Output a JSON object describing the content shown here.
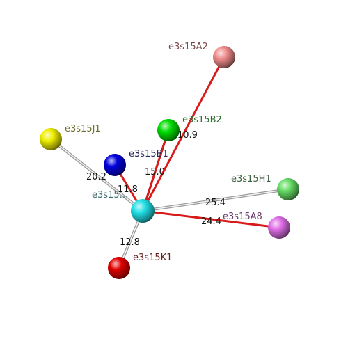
{
  "center_label": "e3s15…",
  "atoms": [
    {
      "id": "A2",
      "label": "e3s15A2",
      "color": "#f08c8c",
      "label_color": "#7a4848"
    },
    {
      "id": "B2",
      "label": "e3s15B2",
      "color": "#00dd00",
      "label_color": "#2e6b2e"
    },
    {
      "id": "J1",
      "label": "e3s15J1",
      "color": "#eeee00",
      "label_color": "#6e6e2a"
    },
    {
      "id": "B1",
      "label": "e3s15B1",
      "color": "#0000dd",
      "label_color": "#28285a"
    },
    {
      "id": "H1",
      "label": "e3s15H1",
      "color": "#66dd66",
      "label_color": "#3e5e3e"
    },
    {
      "id": "A8",
      "label": "e3s15A8",
      "color": "#e070e8",
      "label_color": "#6a3a6a"
    },
    {
      "id": "K1",
      "label": "e3s15K1",
      "color": "#e00000",
      "label_color": "#6a2020"
    }
  ],
  "center_atom": {
    "color": "#22e0e8",
    "label_color": "#3a6a70"
  },
  "bonds": [
    {
      "to": "A2",
      "style": "red",
      "distance": ""
    },
    {
      "to": "B2",
      "style": "red",
      "distance": "10.9"
    },
    {
      "to": "J1",
      "style": "gray",
      "distance": "20.2"
    },
    {
      "to": "B1",
      "style": "red",
      "distance": "11.8"
    },
    {
      "to": "H1",
      "style": "gray",
      "distance": "25.4"
    },
    {
      "to": "A8",
      "style": "red",
      "distance": "24.4"
    },
    {
      "to": "K1",
      "style": "gray",
      "distance": "12.8"
    },
    {
      "to": "B2",
      "style": "red",
      "distance": "15.0",
      "extra": true
    }
  ],
  "colors": {
    "red_bond": "#d81a1a",
    "gray_bond": "#c8c8c8"
  }
}
